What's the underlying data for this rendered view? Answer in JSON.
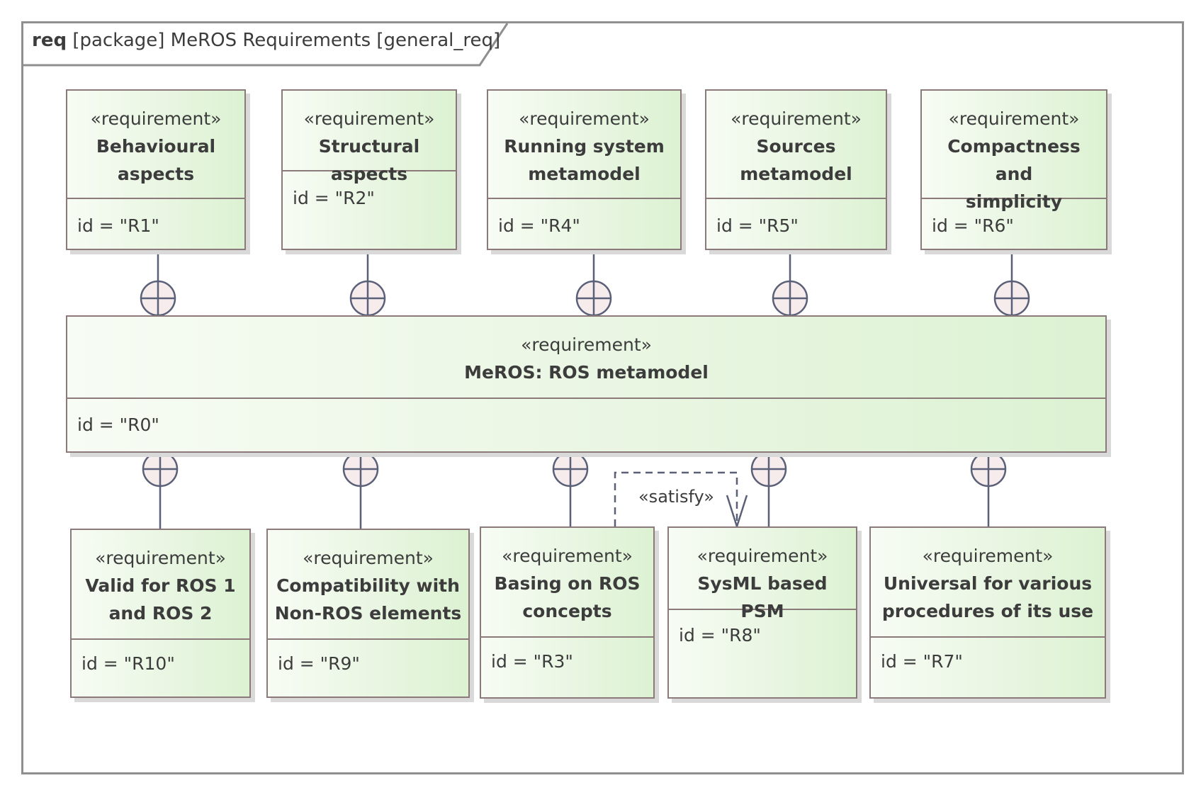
{
  "frame": {
    "kind": "req",
    "title": "[package] MeROS Requirements [general_req]"
  },
  "stereotype": "«requirement»",
  "requirements": {
    "r0": {
      "name": "MeROS: ROS metamodel",
      "id": "id = \"R0\""
    },
    "r1": {
      "name_line1": "Behavioural",
      "name_line2": "aspects",
      "id": "id = \"R1\""
    },
    "r2": {
      "name": "Structural aspects",
      "id": "id = \"R2\""
    },
    "r4": {
      "name_line1": "Running system",
      "name_line2": "metamodel",
      "id": "id = \"R4\""
    },
    "r5": {
      "name_line1": "Sources",
      "name_line2": "metamodel",
      "id": "id = \"R5\""
    },
    "r6": {
      "name_line1": "Compactness and",
      "name_line2": "simplicity",
      "id": "id = \"R6\""
    },
    "r10": {
      "name_line1": "Valid for ROS 1",
      "name_line2": "and ROS 2",
      "id": "id = \"R10\""
    },
    "r9": {
      "name_line1": "Compatibility with",
      "name_line2": "Non-ROS elements",
      "id": "id = \"R9\""
    },
    "r3": {
      "name_line1": "Basing on ROS",
      "name_line2": "concepts",
      "id": "id = \"R3\""
    },
    "r8": {
      "name": "SysML based PSM",
      "id": "id = \"R8\""
    },
    "r7": {
      "name_line1": "Universal for various",
      "name_line2": "procedures of its use",
      "id": "id = \"R7\""
    }
  },
  "relations": {
    "satisfy_label": "«satisfy»"
  },
  "colors": {
    "border": "#8c7a7a",
    "fill_light": "#f7fcf4",
    "fill_dark": "#dcf2d2",
    "connector": "#5a6078",
    "containment_fill": "#f7ecec"
  }
}
